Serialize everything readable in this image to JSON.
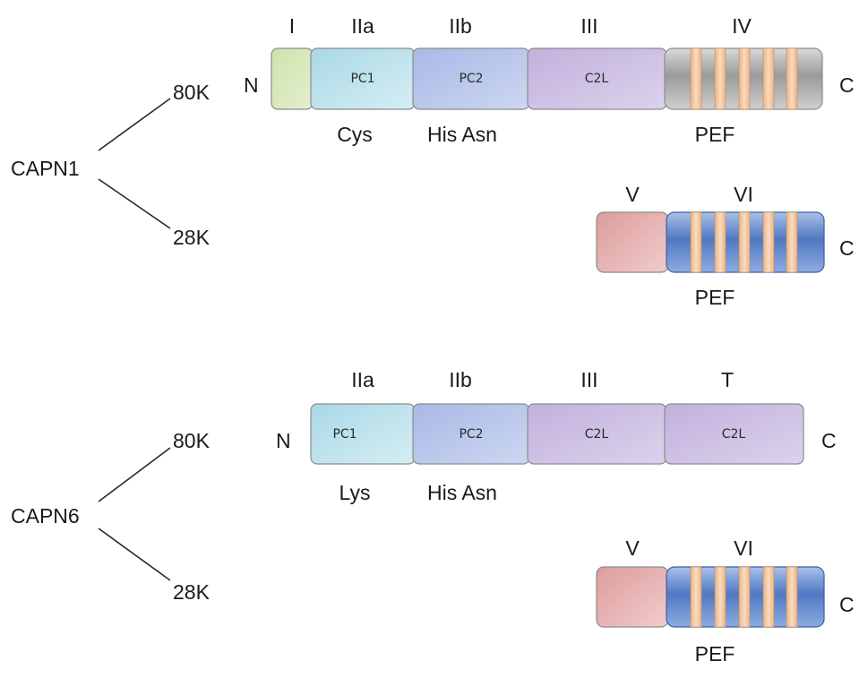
{
  "protein_1": {
    "name": "CAPN1",
    "large_subunit": {
      "label": "80K",
      "n_terminus": "N",
      "c_terminus": "C",
      "domains": [
        {
          "id": "I",
          "inner": "",
          "below": ""
        },
        {
          "id": "IIa",
          "inner": "PC1",
          "below": "Cys"
        },
        {
          "id": "IIb",
          "inner": "PC2",
          "below": "His Asn"
        },
        {
          "id": "III",
          "inner": "C2L",
          "below": ""
        },
        {
          "id": "IV",
          "inner": "",
          "below": "PEF"
        }
      ]
    },
    "small_subunit": {
      "label": "28K",
      "c_terminus": "C",
      "domains": [
        {
          "id": "V",
          "inner": "",
          "below": ""
        },
        {
          "id": "VI",
          "inner": "",
          "below": "PEF"
        }
      ]
    }
  },
  "protein_2": {
    "name": "CAPN6",
    "large_subunit": {
      "label": "80K",
      "n_terminus": "N",
      "c_terminus": "C",
      "domains": [
        {
          "id": "IIa",
          "inner": "PC1",
          "below": "Lys"
        },
        {
          "id": "IIb",
          "inner": "PC2",
          "below": "His Asn"
        },
        {
          "id": "III",
          "inner": "C2L",
          "below": ""
        },
        {
          "id": "T",
          "inner": "C2L",
          "below": ""
        }
      ]
    },
    "small_subunit": {
      "label": "28K",
      "c_terminus": "C",
      "domains": [
        {
          "id": "V",
          "inner": "",
          "below": ""
        },
        {
          "id": "VI",
          "inner": "",
          "below": "PEF"
        }
      ]
    }
  },
  "colors": {
    "domain_I": "#d6e6b8",
    "pc1": "#bfe3ec",
    "pc2": "#b8c7ea",
    "c2l": "#cdbfe0",
    "pef_gray": "#a8a8a8",
    "pef_blue": "#5b82c9",
    "domain_V": "#e7b0b0",
    "ef_stripe": "#f2c9a0"
  }
}
